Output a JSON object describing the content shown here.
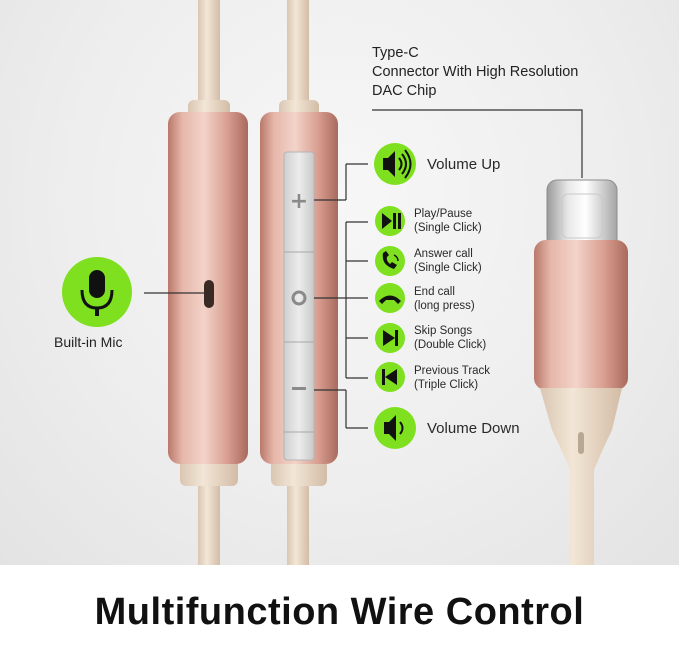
{
  "connector": {
    "line1": "Type-C",
    "line2": "Connector With High Resolution",
    "line3": "DAC Chip"
  },
  "mic": {
    "label": "Built-in Mic",
    "icon": "microphone-icon"
  },
  "controls": [
    {
      "icon": "volume-up-icon",
      "line1": "Volume Up",
      "line2": ""
    },
    {
      "icon": "play-pause-icon",
      "line1": "Play/Pause",
      "line2": "(Single Click)"
    },
    {
      "icon": "answer-call-icon",
      "line1": "Answer call",
      "line2": "(Single Click)"
    },
    {
      "icon": "end-call-icon",
      "line1": "End call",
      "line2": "(long press)"
    },
    {
      "icon": "skip-forward-icon",
      "line1": "Skip Songs",
      "line2": "(Double Click)"
    },
    {
      "icon": "skip-back-icon",
      "line1": "Previous Track",
      "line2": "(Triple Click)"
    },
    {
      "icon": "volume-down-icon",
      "line1": "Volume Down",
      "line2": ""
    }
  ],
  "buttons": {
    "plus": "+",
    "minus": "−"
  },
  "footer": {
    "title": "Multifunction Wire Control"
  },
  "colors": {
    "accent_green": "#7ee01f",
    "rose_gold": "#d9a79b",
    "cable": "#ecdcc9"
  }
}
